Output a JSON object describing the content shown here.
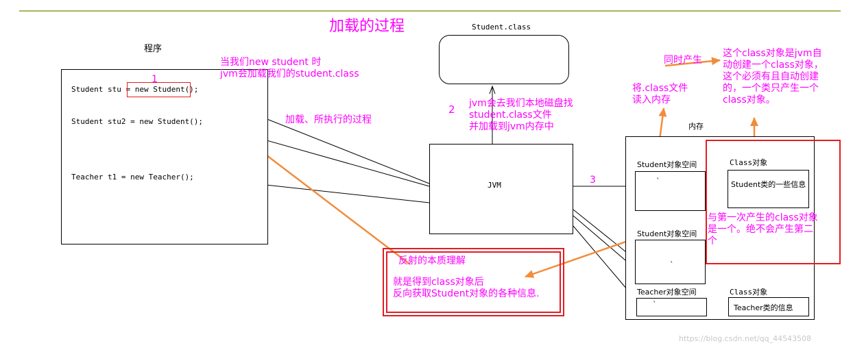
{
  "title": "加载的过程",
  "program": {
    "label": "程序",
    "lines": [
      "Student stu = new Student();",
      "Student stu2 = new Student();",
      "Teacher t1 = new Teacher();"
    ]
  },
  "class_file": {
    "label": "Student.class"
  },
  "jvm": {
    "label": "JVM"
  },
  "memory": {
    "label": "内存",
    "student_space_1": "Student对象空间",
    "student_space_2": "Student对象空间",
    "teacher_space": "Teacher对象空间",
    "class_obj_1_label": "Class对象",
    "class_obj_1_content": "Student类的一些信息",
    "class_obj_2_label": "Class对象",
    "class_obj_2_content": "Teacher类的信息",
    "space_1_mark": "`",
    "space_2_mark": "`",
    "space_3_mark": "`"
  },
  "step_numbers": {
    "one": "1",
    "two": "2",
    "three": "3"
  },
  "annotations": {
    "new_student": "当我们new student 时\njvm会加载我们的student.class",
    "load_process": "加载、所执行的过程",
    "disk_search": "jvm会去我们本地磁盘找\nstudent.class文件\n并加载到jvm内存中",
    "read_into_memory": "将.class文件\n读入内存",
    "generated_together": "同时产生",
    "auto_class_object": "这个class对象是jvm自\n动创建一个class对象，\n这个必须有且自动创建\n的，一个类只产生一个\nclass对象。",
    "same_object": "与第一次产生的class对象\n是一个。绝不会产生第二\n个"
  },
  "reflection": {
    "title": "反射的本质理解",
    "body": "就是得到class对象后\n反向获取Student对象的各种信息."
  },
  "watermark": "https://blog.csdn.net/qq_44543508",
  "colors": {
    "annotation": "#ff00ff",
    "arrow_orange": "#f28c3a",
    "highlight_red": "#e31c23",
    "top_rule": "#a9b45a"
  }
}
